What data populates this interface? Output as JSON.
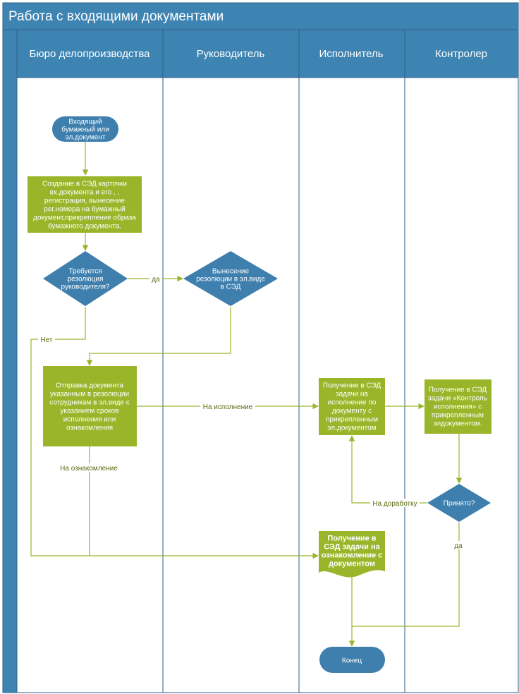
{
  "title": "Работа с входящими документами",
  "lanes": [
    "Бюро делопроизводства",
    "Руководитель",
    "Исполнитель",
    "Контролер"
  ],
  "nodes": {
    "start": [
      "Входящий",
      "бумажный или",
      "эл.документ"
    ],
    "create_card": [
      "Создание в СЭД карточки",
      "вх.документа и его , ,",
      "регистрация, вынесение",
      "рег.номера на бумажный",
      "документ,прикрепление образа",
      "бумажного документа."
    ],
    "need_resolution": [
      "Требуется",
      "резолюция",
      "руководителя?"
    ],
    "resolution": [
      "Вынесение",
      "резолюции в эл.виде",
      "в СЭД"
    ],
    "send_doc": [
      "Отправка документа",
      "указанным в резолюции",
      "сотрудникам в эл.виде с",
      "указанием сроков",
      "исполнения или",
      "ознакомления"
    ],
    "exec_task": [
      "Получение в СЭД",
      "задачи на",
      "исполнение по",
      "документу с",
      "прикрепленным",
      "эл.документом"
    ],
    "control_task": [
      "Получение в СЭД",
      "задачи «Контроль",
      "исполнения» с",
      "прикрепленным",
      "элдокументом."
    ],
    "accepted": [
      "Принято?"
    ],
    "acquaint_task": [
      "Получение в",
      "СЭД задачи на",
      "ознакомление с",
      "документом"
    ],
    "end": [
      "Конец"
    ]
  },
  "edge_labels": {
    "yes1": "да",
    "no1": "Нет",
    "to_exec": "На исполнение",
    "to_acquaint": "На ознакомление",
    "rework": "На доработку",
    "yes2": "да"
  },
  "colors": {
    "lane_header": "#3e84b3",
    "lane_border": "#2e5f84",
    "process": "#9ab52a",
    "decision": "#3e7fae",
    "connector": "#9ab52a"
  }
}
